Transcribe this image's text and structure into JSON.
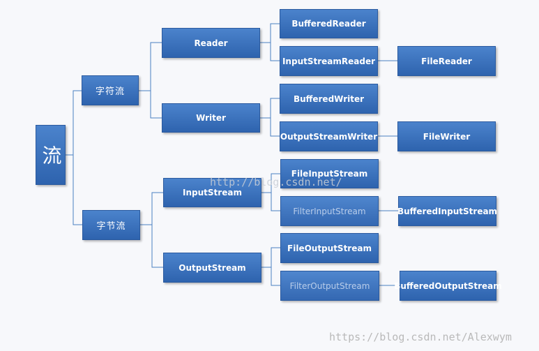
{
  "nodes": {
    "root": "流",
    "char_stream": "字符流",
    "byte_stream": "字节流",
    "reader": "Reader",
    "writer": "Writer",
    "inputstream": "InputStream",
    "outputstream": "OutputStream",
    "buffered_reader": "BufferedReader",
    "inputstream_reader": "InputStreamReader",
    "file_reader": "FileReader",
    "buffered_writer": "BufferedWriter",
    "outputstream_writer": "OutputStreamWriter",
    "file_writer": "FileWriter",
    "file_inputstream": "FileInputStream",
    "filter_inputstream": "FilterInputStream",
    "buffered_inputstream": "BufferedInputStream",
    "file_outputstream": "FileOutputStream",
    "filter_outputstream": "FilterOutputStream",
    "buffered_outputstream": "BufferedOutputStream"
  },
  "watermarks": {
    "center": "http://blog.csdn.net/",
    "bottom": "https://blog.csdn.net/Alexwym"
  },
  "colors": {
    "node_fill": "#3a70bd",
    "connector": "#4a7fc1",
    "faded_text": "#b9cdea"
  }
}
